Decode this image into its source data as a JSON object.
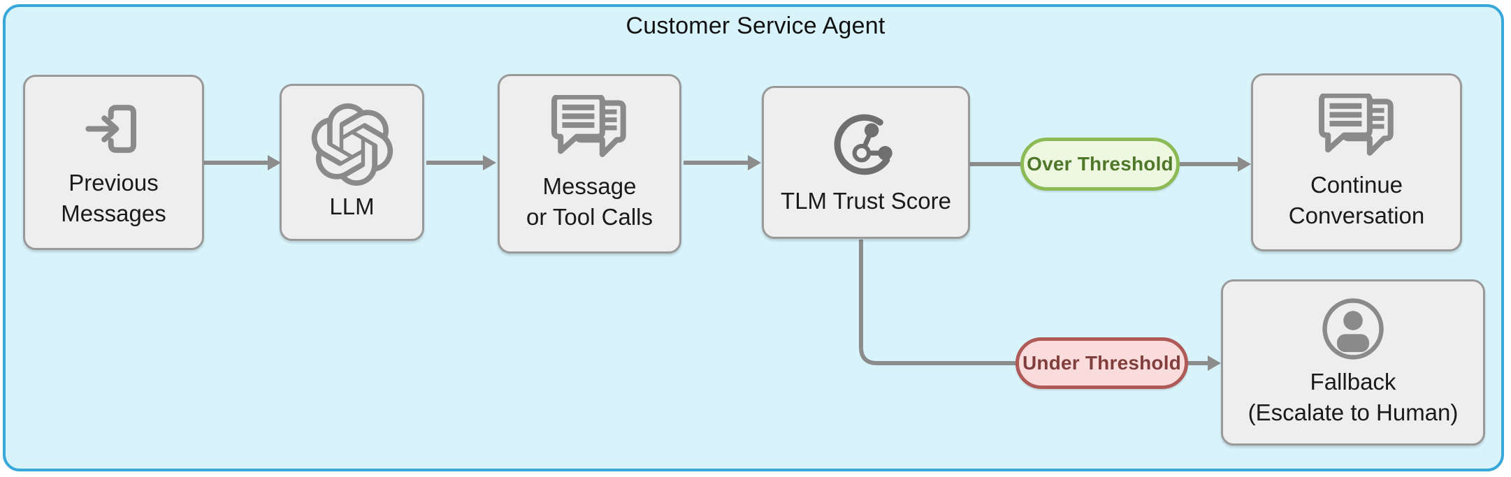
{
  "diagram": {
    "title": "Customer Service Agent",
    "nodes": {
      "previous_messages": {
        "lines": [
          "Previous",
          "Messages"
        ],
        "icon": "login-icon"
      },
      "llm": {
        "lines": [
          "LLM"
        ],
        "icon": "openai-logo-icon"
      },
      "message_or_tool_calls": {
        "lines": [
          "Message",
          "or Tool Calls"
        ],
        "icon": "chat-bubbles-icon"
      },
      "tlm_trust_score": {
        "lines": [
          "TLM Trust Score"
        ],
        "icon": "trust-score-icon"
      },
      "continue_conversation": {
        "lines": [
          "Continue",
          "Conversation"
        ],
        "icon": "chat-bubbles-icon"
      },
      "fallback": {
        "lines": [
          "Fallback",
          "(Escalate to Human)"
        ],
        "icon": "person-icon"
      }
    },
    "edge_labels": {
      "over": {
        "label": "Over Threshold"
      },
      "under": {
        "label": "Under Threshold"
      }
    },
    "edges": [
      {
        "from": "previous_messages",
        "to": "llm"
      },
      {
        "from": "llm",
        "to": "message_or_tool_calls"
      },
      {
        "from": "message_or_tool_calls",
        "to": "tlm_trust_score"
      },
      {
        "from": "tlm_trust_score",
        "to": "continue_conversation",
        "label": "Over Threshold"
      },
      {
        "from": "tlm_trust_score",
        "to": "fallback",
        "label": "Under Threshold"
      }
    ],
    "colors": {
      "frame_border": "#38a8da",
      "frame_fill": "#d9f3fb",
      "node_fill": "#eeeeee",
      "node_border": "#999999",
      "arrow": "#8c8c8c",
      "icon": "#8a8a8a",
      "text": "#1a1a1a",
      "over_fill": "#eef8e0",
      "over_border": "#8cba55",
      "over_text": "#4f772a",
      "under_fill": "#fbdcdc",
      "under_border": "#b05a58",
      "under_text": "#803f3c"
    }
  }
}
